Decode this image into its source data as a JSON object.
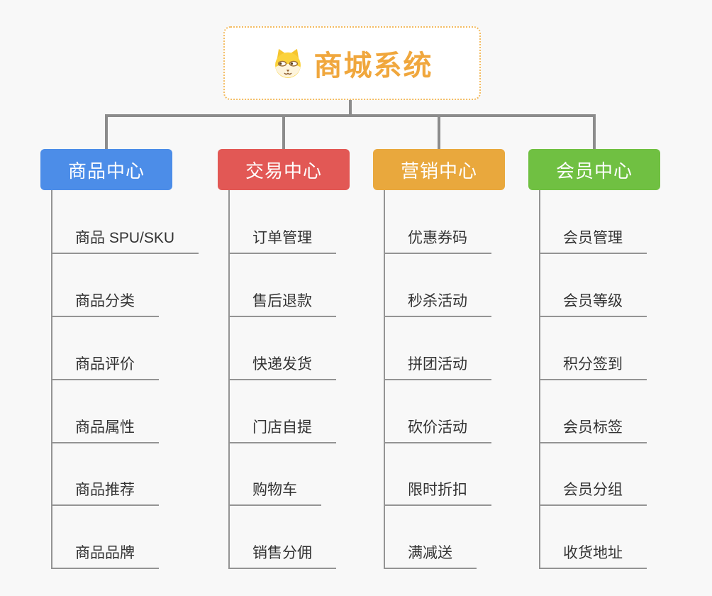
{
  "root": {
    "title": "商城系统",
    "icon": "dog-icon",
    "title_color": "#F0A73D",
    "border_color": "#F3BC62"
  },
  "connector_color": "#8C8C8C",
  "branch_line_color": "#949494",
  "item_text_color": "#333333",
  "branches": [
    {
      "label": "商品中心",
      "color": "#4C8DE8",
      "items": [
        "商品 SPU/SKU",
        "商品分类",
        "商品评价",
        "商品属性",
        "商品推荐",
        "商品品牌"
      ]
    },
    {
      "label": "交易中心",
      "color": "#E25855",
      "items": [
        "订单管理",
        "售后退款",
        "快递发货",
        "门店自提",
        "购物车",
        "销售分佣"
      ]
    },
    {
      "label": "营销中心",
      "color": "#E9A83D",
      "items": [
        "优惠券码",
        "秒杀活动",
        "拼团活动",
        "砍价活动",
        "限时折扣",
        "满减送"
      ]
    },
    {
      "label": "会员中心",
      "color": "#70C042",
      "items": [
        "会员管理",
        "会员等级",
        "积分签到",
        "会员标签",
        "会员分组",
        "收货地址"
      ]
    }
  ]
}
